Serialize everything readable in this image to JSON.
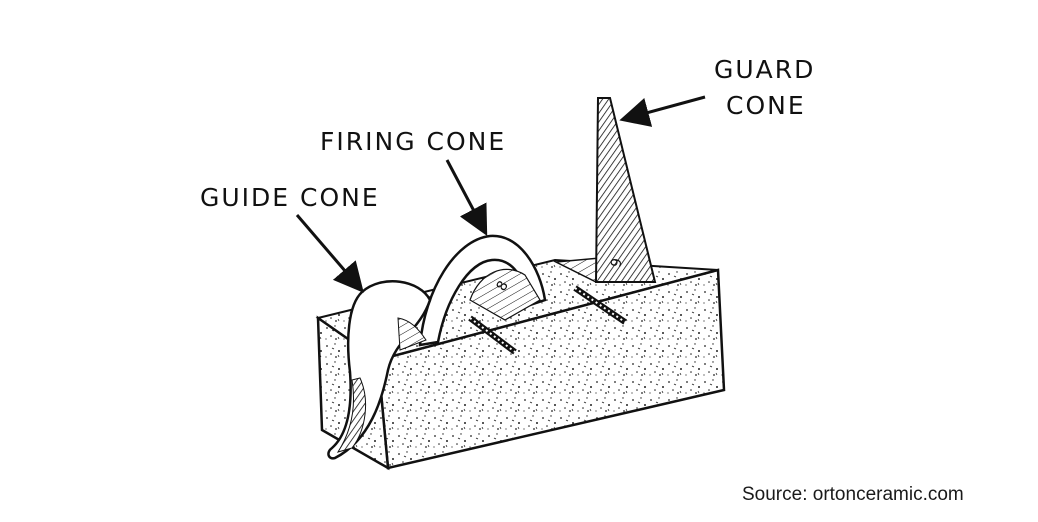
{
  "labels": {
    "guard_line1": "GUARD",
    "guard_line2": "CONE",
    "firing": "FIRING CONE",
    "guide": "GUIDE CONE"
  },
  "source": "Source: ortonceramic.com",
  "cone_numbers": {
    "firing": "8",
    "guard": "9"
  },
  "colors": {
    "ink": "#111111",
    "paper": "#ffffff"
  }
}
